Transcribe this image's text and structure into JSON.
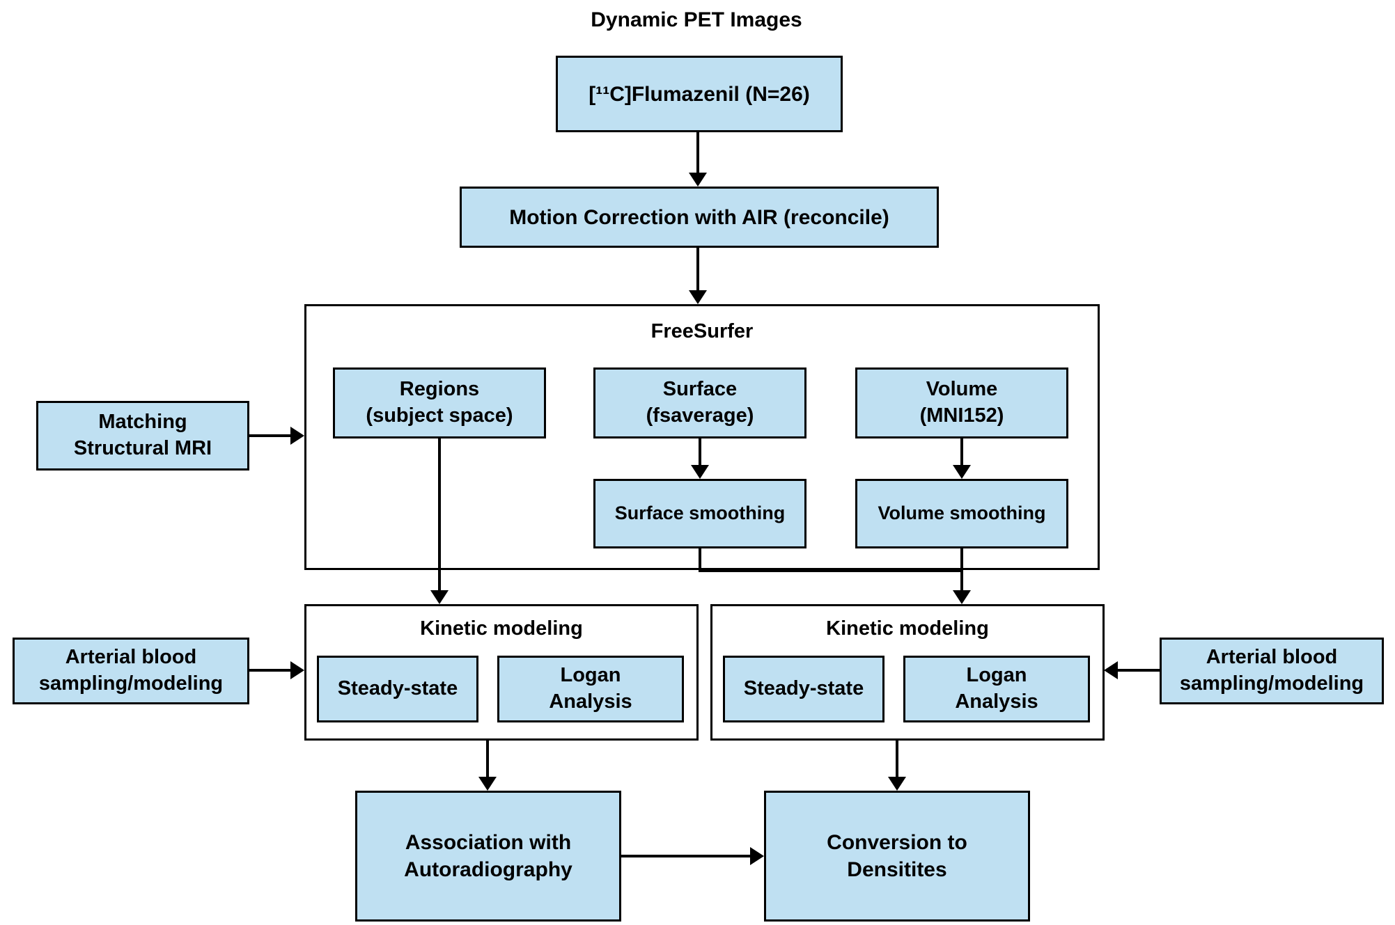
{
  "diagram": {
    "title": "Dynamic PET Images",
    "flumazenil": "[¹¹C]Flumazenil (N=26)",
    "motion_correction": "Motion Correction with AIR (reconcile)",
    "freesurfer": {
      "title": "FreeSurfer",
      "regions": "Regions\n(subject space)",
      "surface": "Surface\n(fsaverage)",
      "volume": "Volume\n(MNI152)",
      "surface_smoothing": "Surface smoothing",
      "volume_smoothing": "Volume smoothing"
    },
    "matching_mri": "Matching\nStructural MRI",
    "kinetic_left": {
      "title": "Kinetic modeling",
      "steady_state": "Steady-state",
      "logan": "Logan\nAnalysis"
    },
    "kinetic_right": {
      "title": "Kinetic modeling",
      "steady_state": "Steady-state",
      "logan": "Logan\nAnalysis"
    },
    "arterial_left": "Arterial blood\nsampling/modeling",
    "arterial_right": "Arterial blood\nsampling/modeling",
    "association": "Association with\nAutoradiography",
    "conversion": "Conversion to\nDensitites"
  },
  "colors": {
    "box_fill": "#BFE0F2",
    "border": "#000000",
    "background": "#FFFFFF"
  }
}
